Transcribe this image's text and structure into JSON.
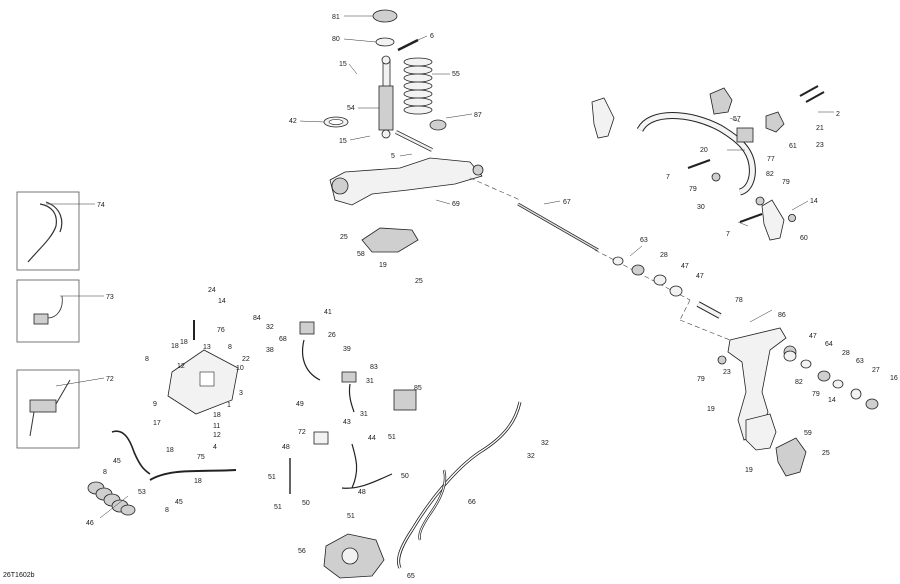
{
  "document_ref": "26T1602b",
  "callouts": [
    {
      "label": "81"
    },
    {
      "label": "80"
    },
    {
      "label": "6"
    },
    {
      "label": "15"
    },
    {
      "label": "55"
    },
    {
      "label": "54"
    },
    {
      "label": "42"
    },
    {
      "label": "87"
    },
    {
      "label": "15"
    },
    {
      "label": "5"
    },
    {
      "label": "69"
    },
    {
      "label": "67"
    },
    {
      "label": "25"
    },
    {
      "label": "58"
    },
    {
      "label": "19"
    },
    {
      "label": "25"
    },
    {
      "label": "57"
    },
    {
      "label": "2"
    },
    {
      "label": "21"
    },
    {
      "label": "20"
    },
    {
      "label": "77"
    },
    {
      "label": "61"
    },
    {
      "label": "23"
    },
    {
      "label": "7"
    },
    {
      "label": "79"
    },
    {
      "label": "82"
    },
    {
      "label": "79"
    },
    {
      "label": "30"
    },
    {
      "label": "14"
    },
    {
      "label": "7"
    },
    {
      "label": "60"
    },
    {
      "label": "63"
    },
    {
      "label": "28"
    },
    {
      "label": "47"
    },
    {
      "label": "47"
    },
    {
      "label": "78"
    },
    {
      "label": "86"
    },
    {
      "label": "47"
    },
    {
      "label": "79"
    },
    {
      "label": "23"
    },
    {
      "label": "64"
    },
    {
      "label": "28"
    },
    {
      "label": "63"
    },
    {
      "label": "27"
    },
    {
      "label": "16"
    },
    {
      "label": "82"
    },
    {
      "label": "79"
    },
    {
      "label": "14"
    },
    {
      "label": "19"
    },
    {
      "label": "59"
    },
    {
      "label": "19"
    },
    {
      "label": "25"
    },
    {
      "label": "74"
    },
    {
      "label": "73"
    },
    {
      "label": "72"
    },
    {
      "label": "24"
    },
    {
      "label": "14"
    },
    {
      "label": "76"
    },
    {
      "label": "18"
    },
    {
      "label": "18"
    },
    {
      "label": "13"
    },
    {
      "label": "8"
    },
    {
      "label": "12"
    },
    {
      "label": "8"
    },
    {
      "label": "84"
    },
    {
      "label": "32"
    },
    {
      "label": "22"
    },
    {
      "label": "38"
    },
    {
      "label": "10"
    },
    {
      "label": "3"
    },
    {
      "label": "9"
    },
    {
      "label": "1"
    },
    {
      "label": "17"
    },
    {
      "label": "18"
    },
    {
      "label": "11"
    },
    {
      "label": "12"
    },
    {
      "label": "4"
    },
    {
      "label": "18"
    },
    {
      "label": "45"
    },
    {
      "label": "75"
    },
    {
      "label": "8"
    },
    {
      "label": "18"
    },
    {
      "label": "53"
    },
    {
      "label": "45"
    },
    {
      "label": "46"
    },
    {
      "label": "8"
    },
    {
      "label": "41"
    },
    {
      "label": "68"
    },
    {
      "label": "26"
    },
    {
      "label": "39"
    },
    {
      "label": "83"
    },
    {
      "label": "31"
    },
    {
      "label": "85"
    },
    {
      "label": "49"
    },
    {
      "label": "31"
    },
    {
      "label": "72"
    },
    {
      "label": "43"
    },
    {
      "label": "44"
    },
    {
      "label": "51"
    },
    {
      "label": "48"
    },
    {
      "label": "51"
    },
    {
      "label": "50"
    },
    {
      "label": "48"
    },
    {
      "label": "50"
    },
    {
      "label": "51"
    },
    {
      "label": "51"
    },
    {
      "label": "32"
    },
    {
      "label": "32"
    },
    {
      "label": "66"
    },
    {
      "label": "56"
    },
    {
      "label": "65"
    }
  ]
}
